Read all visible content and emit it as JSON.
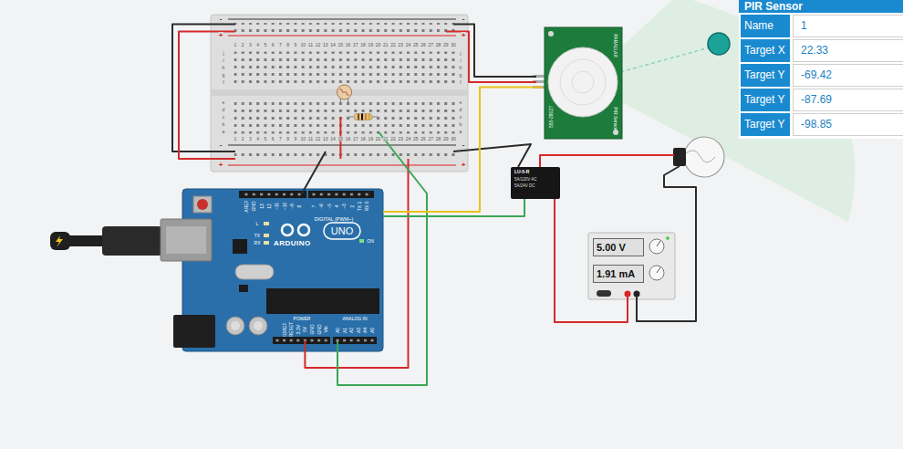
{
  "diagram": {
    "nodes": [
      {
        "text": [
          "PIR Sensor"
        ]
      },
      {
        "text": [
          "Name",
          "1"
        ],
        "in": 0
      },
      {
        "text": [
          "Target X",
          "22.33"
        ],
        "in": 0
      },
      {
        "text": [
          "Target Y",
          "-69.42"
        ],
        "in": 0
      },
      {
        "text": [
          "Target Y",
          "-87.69"
        ],
        "in": 0
      },
      {
        "text": [
          "Target Y",
          "-98.85"
        ],
        "in": 0
      },
      {
        "text": [
          "ARDUINO",
          "UNO"
        ]
      },
      {
        "text": [
          "PARALLAX",
          "PIR Sensor",
          "555-28027"
        ]
      },
      {
        "text": [
          "LU-5-R",
          "5A/120V AC",
          "5A/24V DC"
        ]
      },
      {
        "text": [
          "5.00 V",
          "1.91 mA"
        ]
      }
    ],
    "edges": [
      {
        "from": 7,
        "to": 6,
        "arrow": "none"
      },
      {
        "from": 8,
        "to": 6,
        "arrow": "none"
      },
      {
        "from": 9,
        "to": 8,
        "arrow": "none"
      }
    ],
    "labels": [
      "1",
      "2",
      "3",
      "4",
      "5",
      "6",
      "7",
      "8",
      "9",
      "10",
      "11",
      "12",
      "13",
      "14",
      "15",
      "16",
      "17",
      "18",
      "19",
      "20",
      "21",
      "22",
      "23",
      "24",
      "25",
      "26",
      "27",
      "28",
      "29",
      "30",
      "1",
      "2",
      "3",
      "4",
      "5",
      "6",
      "7",
      "8",
      "9",
      "10",
      "11",
      "12",
      "13",
      "14",
      "15",
      "16",
      "17",
      "18",
      "19",
      "20",
      "21",
      "22",
      "23",
      "24",
      "25",
      "26",
      "27",
      "28",
      "29",
      "30",
      "j",
      "i",
      "h",
      "g",
      "f",
      "e",
      "d",
      "c",
      "b",
      "a",
      "j",
      "i",
      "h",
      "g",
      "f",
      "e",
      "d",
      "c",
      "b",
      "a",
      "-",
      "+",
      "-",
      "+",
      "-",
      "+",
      "-",
      "+",
      "AREF",
      "GND",
      "13",
      "12",
      "~11",
      "~10",
      "~9",
      "8",
      "7",
      "~6",
      "~5",
      "4",
      "~3",
      "2",
      "TX 1",
      "RX 0",
      "DIGITAL (PWM~)",
      "L",
      "TX",
      "RX",
      "ON",
      "POWER",
      "ANALOG IN",
      "IOREF",
      "RESET",
      "3.3V",
      "5V",
      "GND",
      "GND",
      "Vin",
      "A0",
      "A1",
      "A2",
      "A3",
      "A4",
      "A5"
    ]
  }
}
